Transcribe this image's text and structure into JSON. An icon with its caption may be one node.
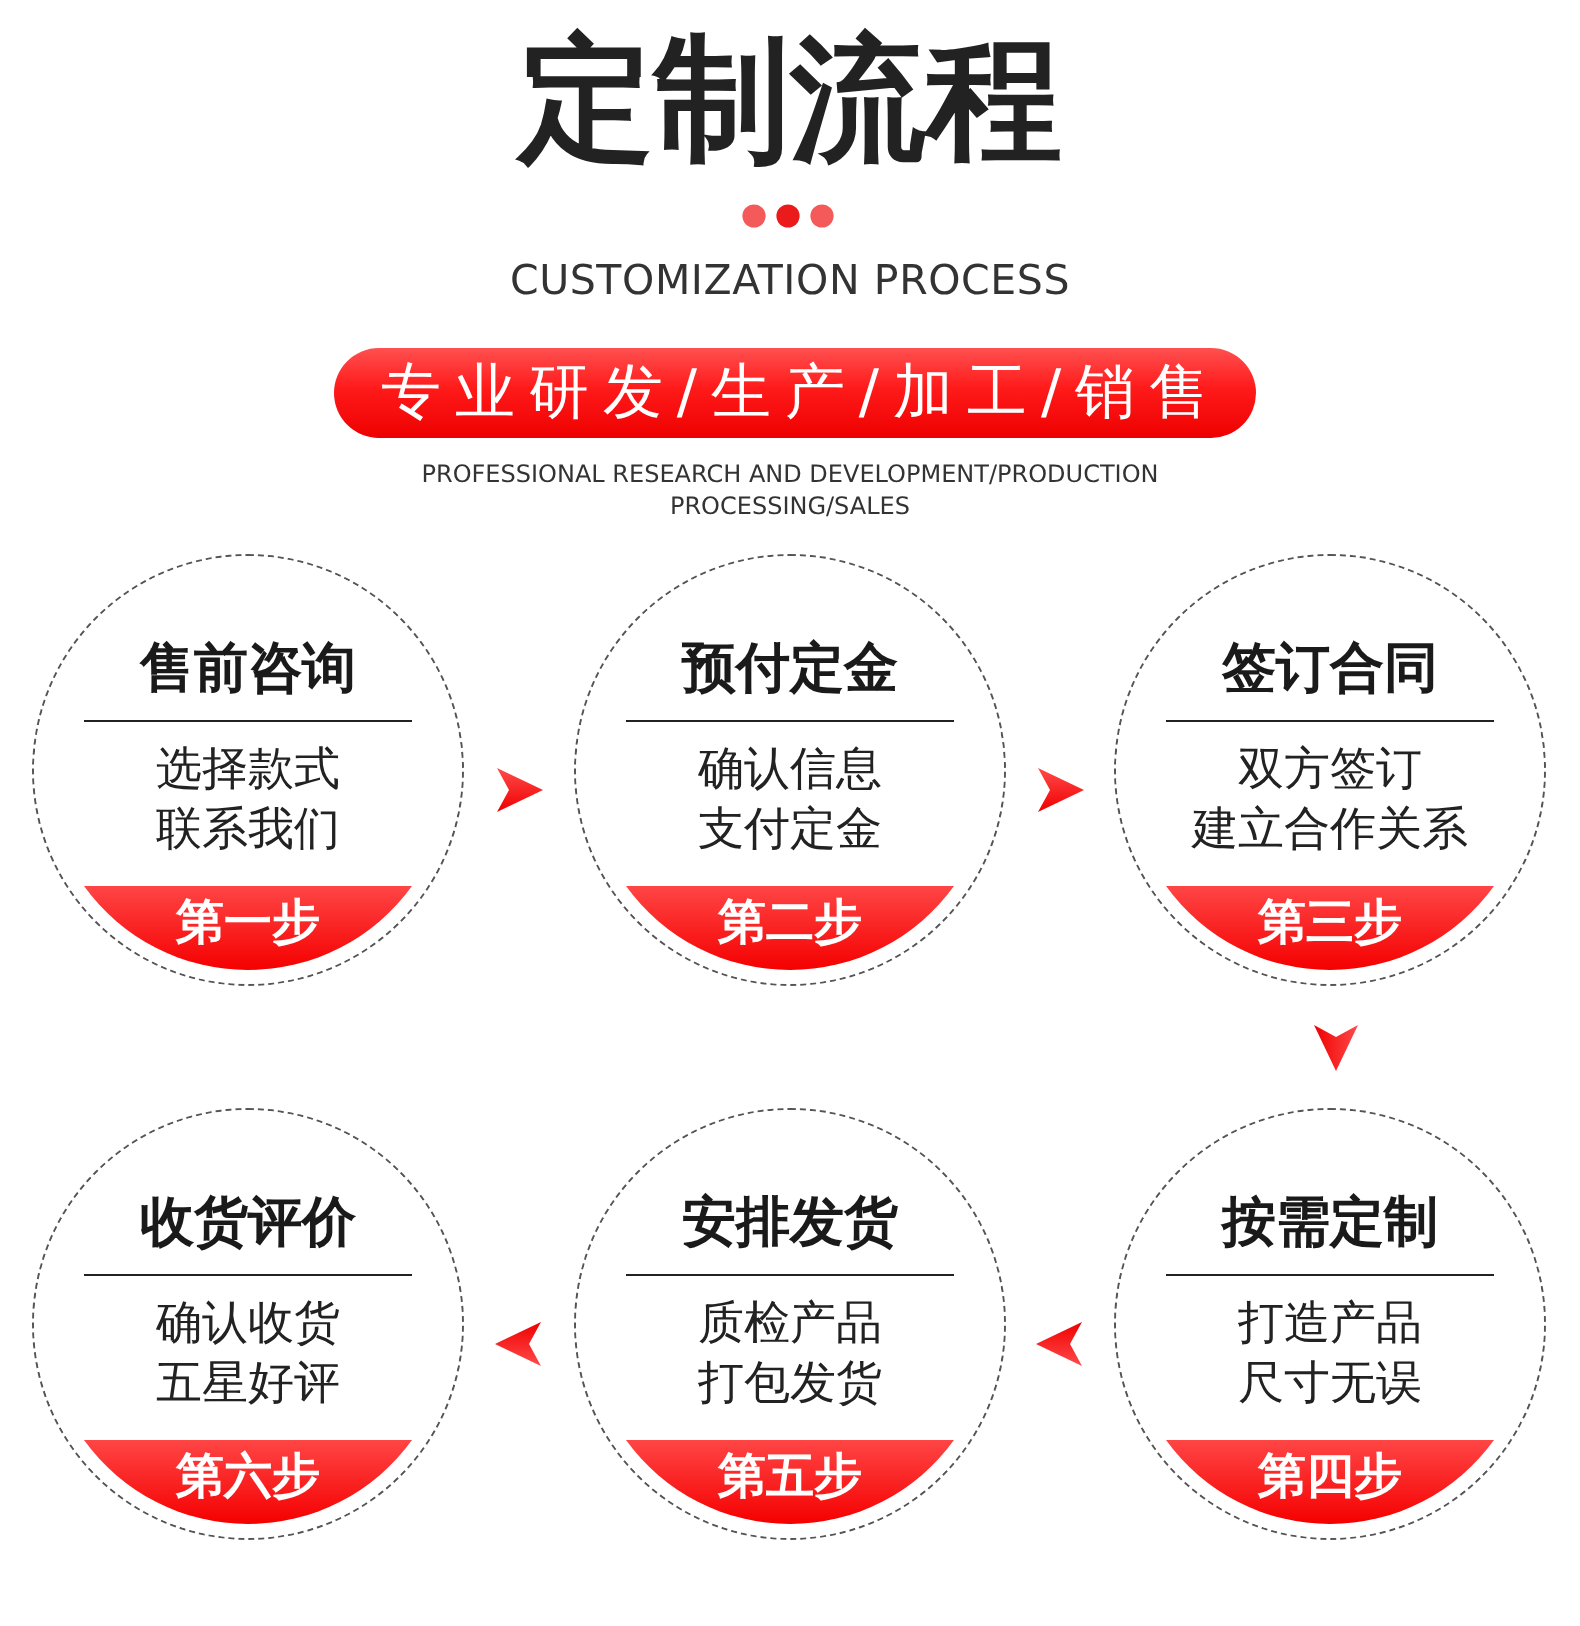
{
  "diagram": {
    "title": "定制流程",
    "nodes": [
      {
        "text": [
          "专业研发/生产/加工/销售"
        ]
      },
      {
        "text": [
          "售前咨询",
          "选择款式",
          "联系我们"
        ]
      },
      {
        "text": [
          "第一步"
        ],
        "in": 1
      },
      {
        "text": [
          "预付定金",
          "确认信息",
          "支付定金"
        ]
      },
      {
        "text": [
          "第二步"
        ],
        "in": 3
      },
      {
        "text": [
          "签订合同",
          "双方签订",
          "建立合作关系"
        ]
      },
      {
        "text": [
          "第三步"
        ],
        "in": 5
      },
      {
        "text": [
          "收货评价",
          "确认收货",
          "五星好评"
        ]
      },
      {
        "text": [
          "第六步"
        ],
        "in": 7
      },
      {
        "text": [
          "安排发货",
          "质检产品",
          "打包发货"
        ]
      },
      {
        "text": [
          "第五步"
        ],
        "in": 9
      },
      {
        "text": [
          "按需定制",
          "打造产品",
          "尺寸无误"
        ]
      },
      {
        "text": [
          "第四步"
        ],
        "in": 11
      }
    ],
    "edges": [
      {
        "from": 1,
        "to": 3,
        "arrow": "to"
      },
      {
        "from": 3,
        "to": 5,
        "arrow": "to"
      },
      {
        "from": 5,
        "to": 11,
        "arrow": "to"
      },
      {
        "from": 11,
        "to": 9,
        "arrow": "to"
      },
      {
        "from": 9,
        "to": 7,
        "arrow": "to"
      }
    ],
    "labels": [
      "CUSTOMIZATION PROCESS",
      "PROFESSIONAL RESEARCH AND DEVELOPMENT/PRODUCTION PROCESSING/SALES"
    ]
  }
}
